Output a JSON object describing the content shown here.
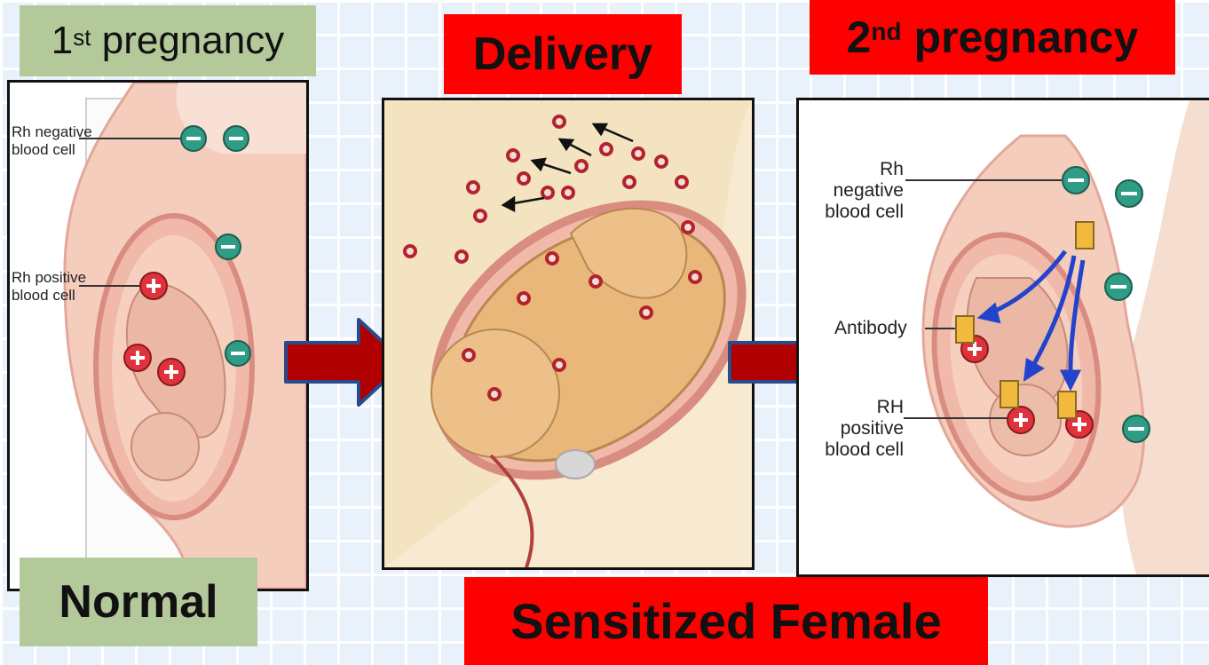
{
  "titles": {
    "first_pregnancy": {
      "main": "1",
      "sup": "st",
      "rest": " pregnancy"
    },
    "delivery": "Delivery",
    "second_pregnancy": {
      "main": "2",
      "sup": "nd",
      "rest": " pregnancy"
    }
  },
  "bottom_labels": {
    "normal": "Normal",
    "sensitized": "Sensitized Female"
  },
  "panel1": {
    "rh_negative": [
      "Rh negative",
      "blood cell"
    ],
    "rh_positive": [
      "Rh positive",
      "blood cell"
    ]
  },
  "panel3": {
    "rh_negative": [
      "Rh negative",
      "blood cell"
    ],
    "antibody": "Antibody",
    "rh_positive": [
      "RH positive",
      "blood cell"
    ]
  },
  "colors": {
    "title_green": "#b4c99a",
    "title_red": "#ff0000",
    "arrow_red": "#b00000",
    "arrow_outline": "#2a4a8a",
    "negative_cell": "#2f9c86",
    "positive_cell": "#e0323c",
    "antibody": "#f2b93f"
  }
}
